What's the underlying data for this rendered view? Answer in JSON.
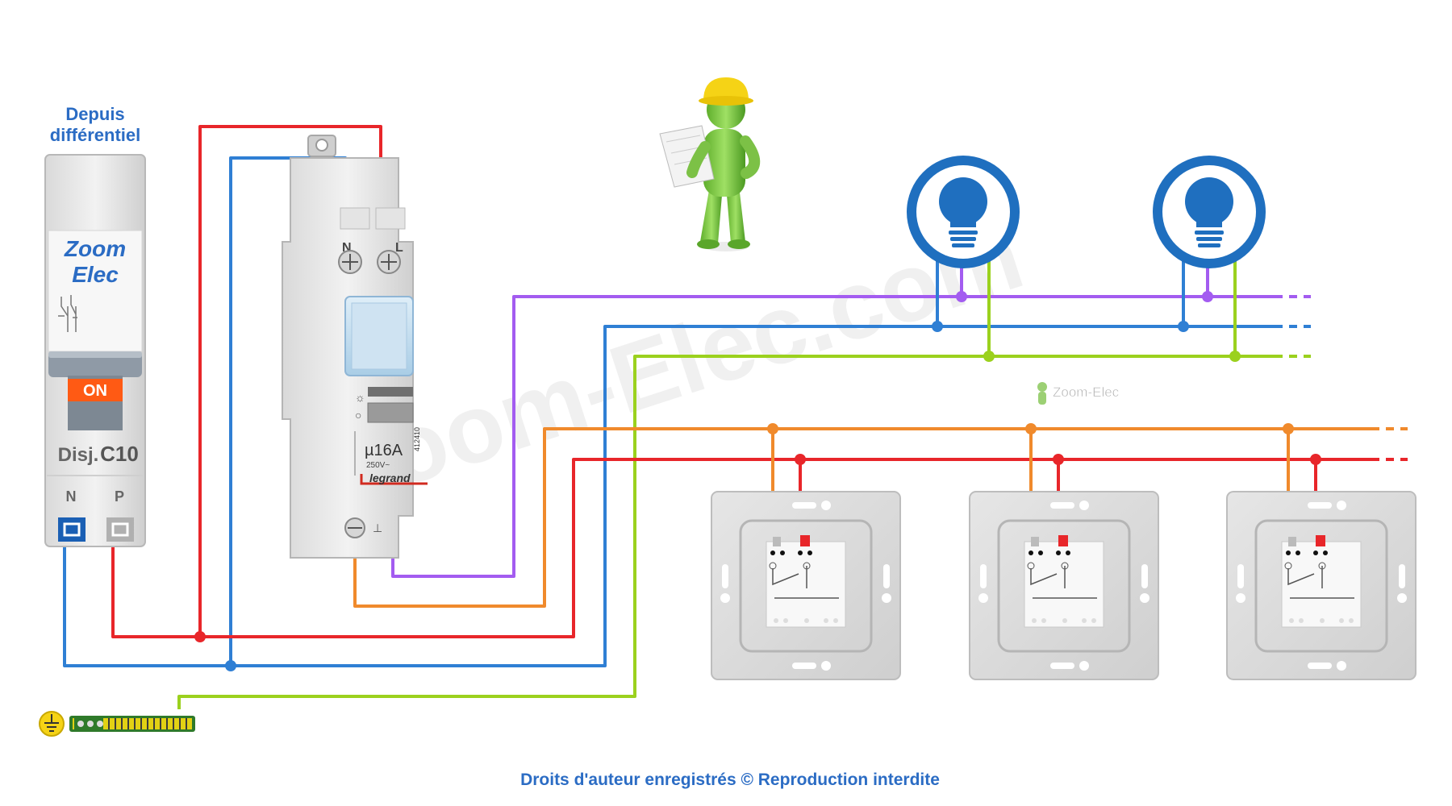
{
  "header": {
    "source_line1": "Depuis",
    "source_line2": "différentiel"
  },
  "breaker": {
    "brand_line1": "Zoom",
    "brand_line2": "Elec",
    "state_label": "ON",
    "rating_prefix": "Disj.",
    "rating": "C10",
    "terminal_n": "N",
    "terminal_p": "P"
  },
  "relay": {
    "terminal_n": "N",
    "terminal_l": "L",
    "rating": "µ16A",
    "voltage": "250V~",
    "brand": "legrand",
    "ref": "412410"
  },
  "watermark": {
    "main": "Zoom-Elec.com",
    "small": "Zoom-Elec"
  },
  "footer": {
    "copyright": "Droits d'auteur enregistrés © Reproduction interdite"
  },
  "colors": {
    "phase": "#e8262a",
    "neutral": "#2f7fd4",
    "earth": "#9bd11e",
    "lamp_return": "#a35cf0",
    "switch_return": "#f08a2c",
    "label_blue": "#2b6cc4",
    "lamp_blue": "#1f6fbf"
  },
  "icons": [
    "earth-icon",
    "lightbulb-icon",
    "worker-figure",
    "breaker-switch-icon"
  ]
}
